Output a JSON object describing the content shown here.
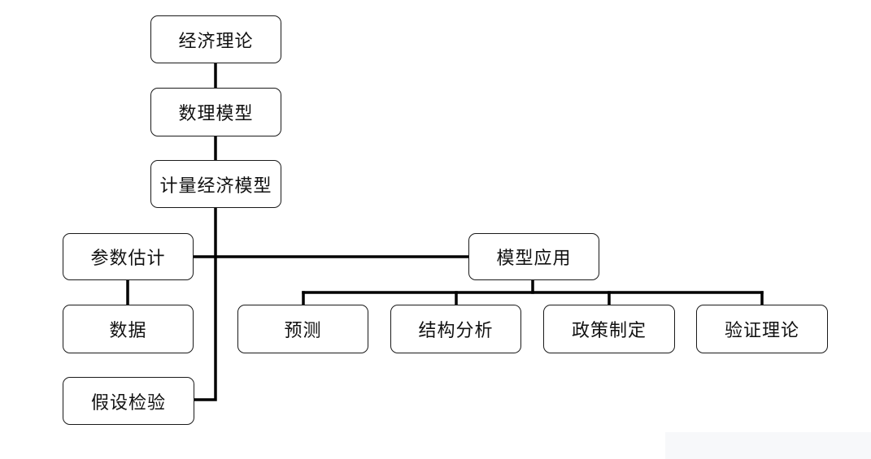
{
  "diagram": {
    "nodes": {
      "economic_theory": "经济理论",
      "math_model": "数理模型",
      "econometric_model": "计量经济模型",
      "parameter_estimation": "参数估计",
      "data": "数据",
      "hypothesis_testing": "假设检验",
      "model_application": "模型应用",
      "forecasting": "预测",
      "structural_analysis": "结构分析",
      "policy_making": "政策制定",
      "theory_verification": "验证理论"
    }
  },
  "colors": {
    "line": "#000000",
    "node_border": "#1a1a1a",
    "background": "#ffffff"
  }
}
